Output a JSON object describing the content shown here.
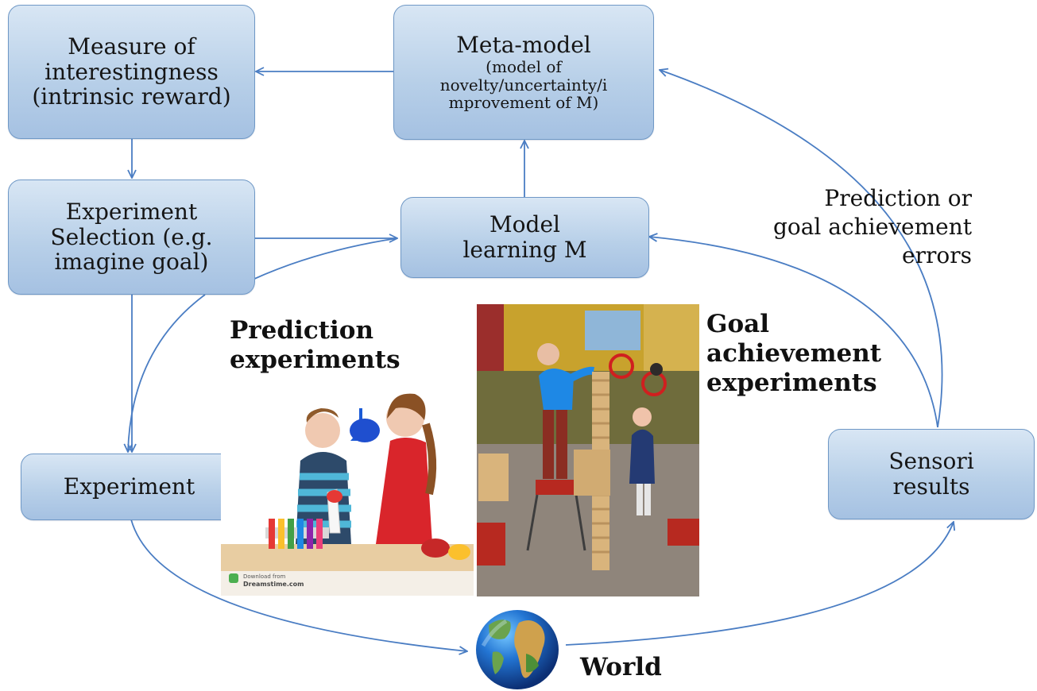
{
  "diagram": {
    "measure_box": {
      "line1": "Measure of",
      "line2": "interestingness",
      "line3": "(intrinsic reward)"
    },
    "meta_model_box": {
      "title": "Meta-model",
      "line1": "(model of",
      "line2": "novelty/uncertainty/i",
      "line3": "mprovement of M)"
    },
    "experiment_selection_box": {
      "line1": "Experiment",
      "line2": "Selection (e.g.",
      "line3": "imagine goal)"
    },
    "model_learning_box": {
      "line1": "Model",
      "line2": "learning M"
    },
    "experiment_box": {
      "label": "Experiment"
    },
    "sensori_box": {
      "line1": "Sensori",
      "line2": "results"
    },
    "errors_label": {
      "line1": "Prediction or",
      "line2": "goal achievement",
      "line3": "errors"
    },
    "prediction_label": {
      "line1": "Prediction",
      "line2": "experiments"
    },
    "goal_label": {
      "line1": "Goal",
      "line2": "achievement",
      "line3": "experiments"
    },
    "world_label": "World",
    "photo_watermark": {
      "line1": "Download from",
      "line2": "Dreamstime.com"
    }
  },
  "colors": {
    "arrow": "#4a7dc3",
    "box_border": "#6f98c6",
    "box_fill": "#b7cfe8"
  }
}
